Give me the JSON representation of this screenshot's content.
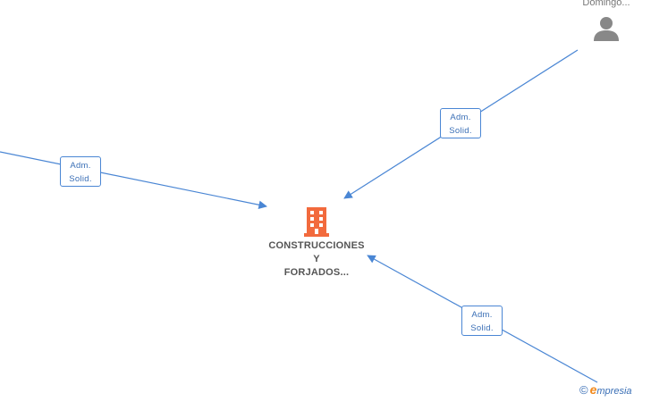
{
  "company": {
    "name_line1": "CONSTRUCCIONES",
    "name_line2": "Y",
    "name_line3": "FORJADOS..."
  },
  "person": {
    "name": "Domingo..."
  },
  "relations": [
    {
      "line1": "Adm.",
      "line2": "Solid."
    },
    {
      "line1": "Adm.",
      "line2": "Solid."
    },
    {
      "line1": "Adm.",
      "line2": "Solid."
    }
  ],
  "brand": {
    "copyright_symbol": "©",
    "logo_initial": "e",
    "logo_rest": "mpresia"
  },
  "colors": {
    "edge": "#4a86d4",
    "company_icon": "#f26a3d",
    "person_icon": "#888888",
    "brand_accent": "#f28a1d"
  },
  "icons": {
    "company": "building-icon",
    "person": "person-icon"
  }
}
